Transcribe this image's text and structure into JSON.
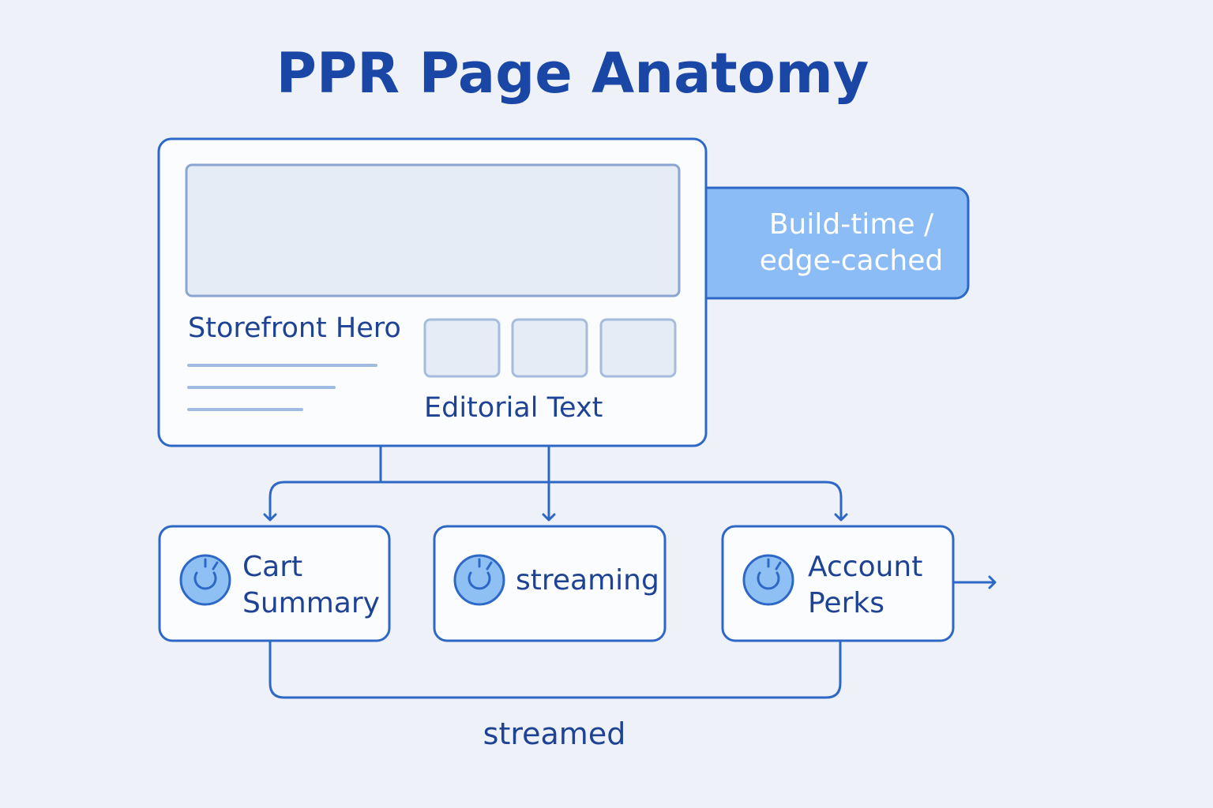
{
  "title": "PPR Page Anatomy",
  "static_shell": {
    "hero_label": "Storefront Hero",
    "editorial_label": "Editorial Text"
  },
  "cache_tag": {
    "label": "Build-time / edge-cached"
  },
  "streamed_nodes": [
    {
      "label": "Cart Summary",
      "icon": "spinner-icon"
    },
    {
      "label": "streaming",
      "icon": "spinner-icon"
    },
    {
      "label": "Account Perks",
      "icon": "spinner-icon"
    }
  ],
  "footer_label": "streamed",
  "colors": {
    "background": "#eef2f8",
    "stroke": "#2d68c6",
    "title": "#1a47a6",
    "text": "#1e4395",
    "tag_fill": "#8cbcf6",
    "icon_fill": "#8ec0f4",
    "panel_fill": "#e6ecf6"
  }
}
